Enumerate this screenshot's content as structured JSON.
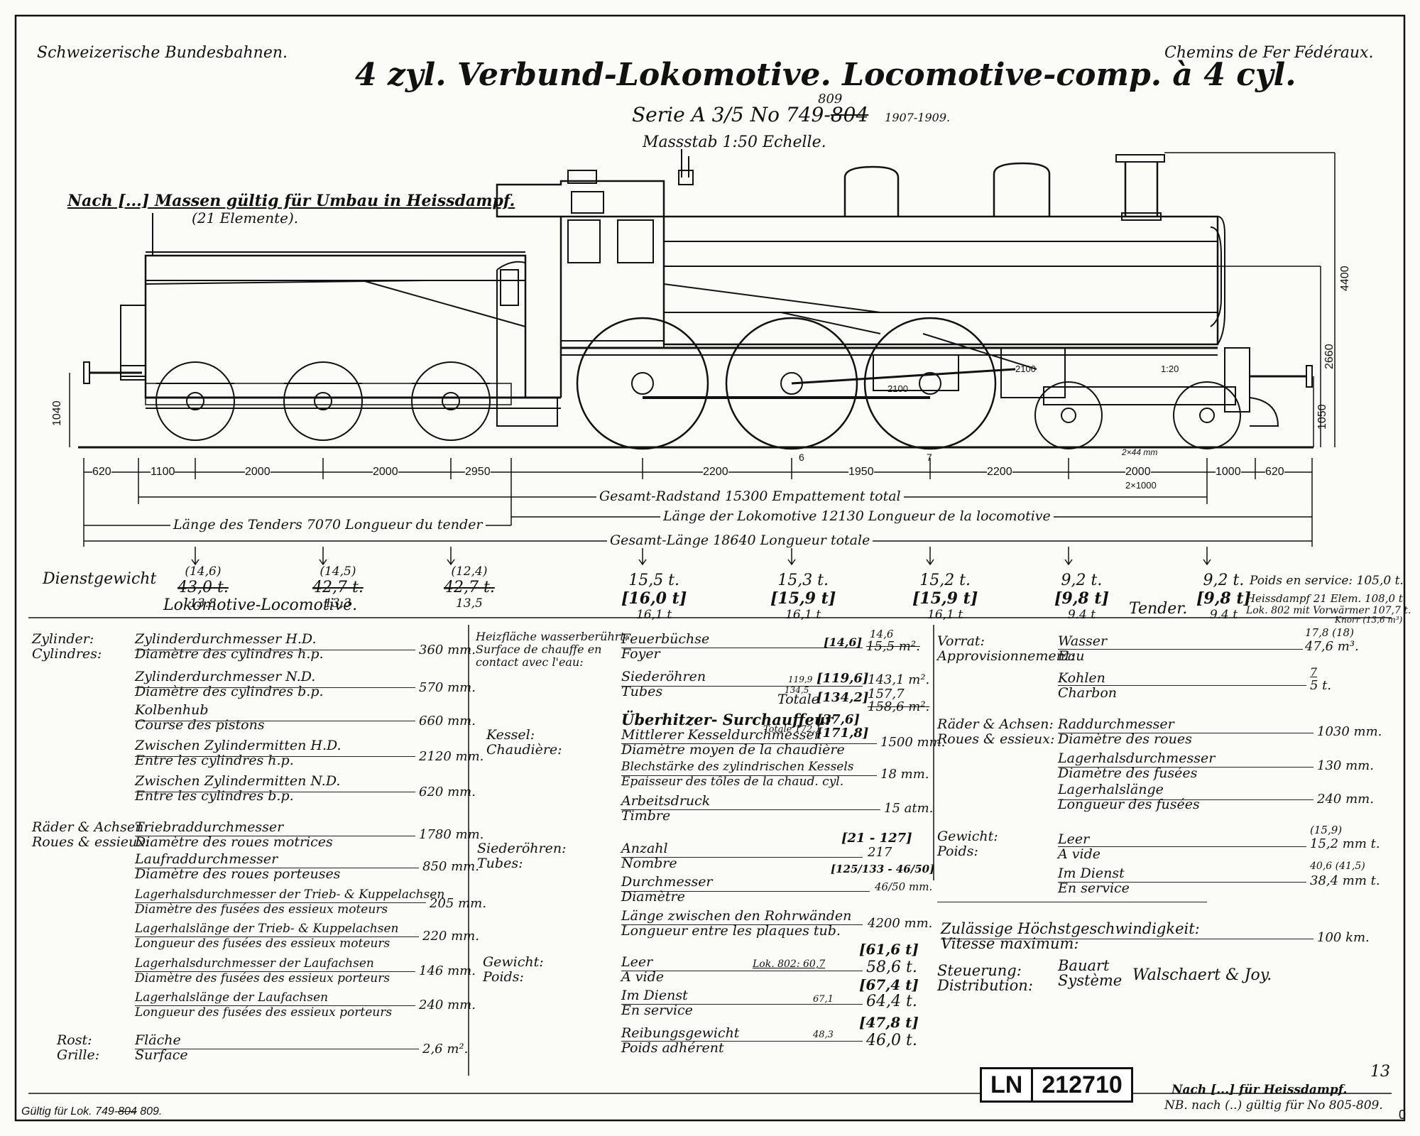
{
  "header": {
    "left": "Schweizerische Bundesbahnen.",
    "right": "Chemins de Fer Fédéraux.",
    "title": "4 zyl. Verbund-Lokomotive. Locomotive-comp. à 4 cyl.",
    "series": "Serie A 3/5 No 749-",
    "series_struck": "804",
    "series_new": "809",
    "years": "1907-1909.",
    "scale": "Massstab 1:50 Echelle."
  },
  "note_top": {
    "line1": "Nach [...] Massen gültig für Umbau in Heissdampf.",
    "line2": "(21 Elemente)."
  },
  "dims_vertical": {
    "h_total": "4400",
    "h_boiler": "2660",
    "h_buffer": "1050",
    "h_tender": "1040",
    "small_a": "2100",
    "small_b": "1:20",
    "small_c": "2100"
  },
  "dims_horizontal": [
    "620",
    "1100",
    "2000",
    "2000",
    "2950",
    "2200",
    "1950",
    "2200",
    "2000",
    "1000",
    "620"
  ],
  "dims_notes": {
    "sub": "2×1000",
    "axle": "2×44 mm",
    "six": "6",
    "seven": "7"
  },
  "totals": {
    "wheelbase": "Gesamt-Radstand 15300 Empattement total",
    "loco_length": "Länge der Lokomotive 12130 Longueur de la locomotive",
    "tender_length": "Länge des Tenders 7070 Longueur du tender",
    "total_length": "Gesamt-Länge 18640 Longueur totale"
  },
  "weights": {
    "label": "Dienstgewicht",
    "loco_label": "Lokomotive-Locomotive.",
    "tender_label": "Tender.",
    "tender": [
      {
        "alt": "(14,6)",
        "struck": "43,0 t.",
        "value": "13.8"
      },
      {
        "alt": "(14,5)",
        "struck": "42,7 t.",
        "value": "13,3"
      },
      {
        "alt": "(12,4)",
        "struck": "42,7 t.",
        "value": "13,5"
      }
    ],
    "loco": [
      {
        "value": "15,5 t.",
        "bracket": "[16,0 t]",
        "hot": "16,1 t"
      },
      {
        "value": "15,3 t.",
        "bracket": "[15,9 t]",
        "hot": "16,1 t"
      },
      {
        "value": "15,2 t.",
        "bracket": "[15,9 t]",
        "hot": "16,1 t"
      },
      {
        "value": "9,2 t.",
        "bracket": "[9,8 t]",
        "hot": "9.4 t"
      },
      {
        "value": "9,2 t.",
        "bracket": "[9,8 t]",
        "hot": "9.4 t"
      }
    ],
    "service_note": "Poids en service: 105,0 t.",
    "hot_note": "Heissdampf 21 Elem. 108,0 t.",
    "lok802_note": "Lok. 802 mit Vorwärmer 107,7 t.",
    "knorr": "Knorr (13,6 m³)"
  },
  "col1": {
    "groups": [
      {
        "head1": "Zylinder:",
        "head2": "Cylindres:",
        "rows": [
          {
            "de": "Zylinderdurchmesser H.D.",
            "fr": "Diamètre des cylindres h.p.",
            "val": "360 mm."
          },
          {
            "de": "Zylinderdurchmesser N.D.",
            "fr": "Diamètre des cylindres b.p.",
            "val": "570 mm."
          },
          {
            "de": "Kolbenhub",
            "fr": "Course des pistons",
            "val": "660 mm."
          },
          {
            "de": "Zwischen Zylindermitten H.D.",
            "fr": "Entre les cylindres h.p.",
            "val": "2120 mm."
          },
          {
            "de": "Zwischen Zylindermitten N.D.",
            "fr": "Entre les cylindres b.p.",
            "val": "620 mm."
          }
        ]
      },
      {
        "head1": "Räder & Achsen:",
        "head2": "Roues & essieux:",
        "rows": [
          {
            "de": "Triebraddurchmesser",
            "fr": "Diamètre des roues motrices",
            "val": "1780 mm."
          },
          {
            "de": "Laufraddurchmesser",
            "fr": "Diamètre des roues porteuses",
            "val": "850 mm."
          },
          {
            "de": "Lagerhalsdurchmesser der Trieb- & Kuppelachsen",
            "fr": "Diamètre des fusées des essieux moteurs",
            "val": "205 mm."
          },
          {
            "de": "Lagerhalslänge der Trieb- & Kuppelachsen",
            "fr": "Longueur des fusées des essieux moteurs",
            "val": "220 mm."
          },
          {
            "de": "Lagerhalsdurchmesser der Laufachsen",
            "fr": "Diamètre des fusées des essieux porteurs",
            "val": "146 mm."
          },
          {
            "de": "Lagerhalslänge der Laufachsen",
            "fr": "Longueur des fusées des essieux porteurs",
            "val": "240 mm."
          }
        ]
      },
      {
        "head1": "Rost:",
        "head2": "Grille:",
        "rows": [
          {
            "de": "Fläche",
            "fr": "Surface",
            "val": "2,6 m²."
          }
        ]
      }
    ]
  },
  "col2": {
    "heating_head": [
      "Heizfläche wasserberührt:",
      "Surface de chauffe en",
      "contact avec l'eau:"
    ],
    "heating": [
      {
        "de": "Feuerbüchse",
        "fr": "Foyer",
        "bracket": "[14,6]",
        "val": "14,6",
        "struck": "15,5 m²."
      },
      {
        "de": "Siederöhren",
        "fr": "Tubes",
        "bracket": "[119,6]",
        "pre": "119,9",
        "val": "143,1 m²."
      },
      {
        "de": "Totale",
        "fr": "",
        "bracket": "[134,2]",
        "pre": "134,5",
        "val": "157,7",
        "struck": "158,6 m²."
      }
    ],
    "super": {
      "label": "Überhitzer- Surchauffeur",
      "bracket": "[37,6]",
      "totale": "Totale 172,1",
      "bracket2": "[171,8]"
    },
    "boiler_head": [
      "Kessel:",
      "Chaudière:"
    ],
    "boiler": [
      {
        "de": "Mittlerer Kesseldurchmesser",
        "fr": "Diamètre moyen de la chaudière",
        "val": "1500 mm."
      },
      {
        "de": "Blechstärke des zylindrischen Kessels",
        "fr": "Epaisseur des tôles de la chaud. cyl.",
        "val": "18 mm."
      },
      {
        "de": "Arbeitsdruck",
        "fr": "Timbre",
        "val": "15 atm."
      }
    ],
    "tubes_head": [
      "Siederöhren:",
      "Tubes:"
    ],
    "tubes": [
      {
        "de": "Anzahl",
        "fr": "Nombre",
        "bracket": "[21 - 127]",
        "val": "217"
      },
      {
        "de": "Durchmesser",
        "fr": "Diamètre",
        "bracket": "[125/133 - 46/50]",
        "val": "46/50 mm."
      },
      {
        "de": "Länge zwischen den Rohrwänden",
        "fr": "Longueur entre les plaques tub.",
        "val": "4200 mm."
      }
    ],
    "weight_head": [
      "Gewicht:",
      "Poids:"
    ],
    "weight": [
      {
        "de": "Leer",
        "fr": "A vide",
        "bracket": "[61,6 t]",
        "note": "Lok. 802: 60,7",
        "val": "58,6 t."
      },
      {
        "de": "Im Dienst",
        "fr": "En service",
        "bracket": "[67,4 t]",
        "note": "67,1",
        "val": "64,4 t."
      },
      {
        "de": "Reibungsgewicht",
        "fr": "Poids adhérent",
        "bracket": "[47,8 t]",
        "note": "48,3",
        "val": "46,0 t."
      }
    ]
  },
  "col3": {
    "supply_head": [
      "Vorrat:",
      "Approvisionnement:"
    ],
    "supply": [
      {
        "de": "Wasser",
        "fr": "Eau",
        "pre": "17,8 (18)",
        "val": "47,6 m³."
      },
      {
        "de": "Kohlen",
        "fr": "Charbon",
        "pre": "7",
        "val": "5 t."
      }
    ],
    "wheels_head": [
      "Räder & Achsen:",
      "Roues & essieux:"
    ],
    "wheels": [
      {
        "de": "Raddurchmesser",
        "fr": "Diamètre des roues",
        "val": "1030 mm."
      },
      {
        "de": "Lagerhalsdurchmesser",
        "fr": "Diamètre des fusées",
        "val": "130 mm."
      },
      {
        "de": "Lagerhalslänge",
        "fr": "Longueur des fusées",
        "val": "240 mm."
      }
    ],
    "weight_head": [
      "Gewicht:",
      "Poids:"
    ],
    "weight": [
      {
        "de": "Leer",
        "fr": "A vide",
        "pre": "(15,9)",
        "val": "15,2 mm t."
      },
      {
        "de": "Im Dienst",
        "fr": "En service",
        "pre": "40,6 (41,5)",
        "val": "38,4 mm t."
      }
    ],
    "speed": {
      "de": "Zulässige Höchstgeschwindigkeit:",
      "fr": "Vitesse maximum:",
      "val": "100 km."
    },
    "steering": {
      "de": "Steuerung:",
      "fr": "Distribution:",
      "de2": "Bauart",
      "fr2": "Système",
      "val": "Walschaert & Joy."
    }
  },
  "footer": {
    "left": "Gültig für Lok. 749-",
    "left_struck": "804",
    "left_new": "809.",
    "ref_a": "LN",
    "ref_b": "212710",
    "note1": "Nach [...] für Heissdampf.",
    "note2": "NB. nach (..) gültig für No 805-809.",
    "page": "13",
    "zero": "0"
  }
}
